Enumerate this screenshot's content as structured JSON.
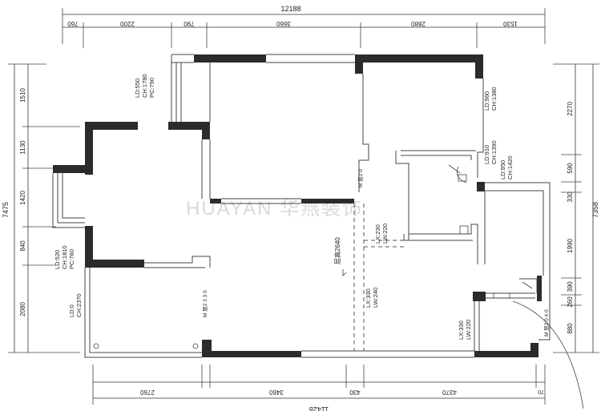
{
  "watermark": "HUAYAN 华燕装饰",
  "overall": {
    "top_width": "12188",
    "bottom_width": "11428",
    "left_height": "7475",
    "right_height": "7358"
  },
  "top_dims": [
    "760",
    "2200",
    "790",
    "3660",
    "2880",
    "1530"
  ],
  "bottom_dims": [
    "2760",
    "3460",
    "430",
    "4370",
    "70"
  ],
  "left_dims": [
    "1510",
    "1130",
    "1420",
    "840",
    "2080"
  ],
  "right_dims": [
    "2270",
    "590",
    "330",
    "1990",
    "390",
    "260",
    "880"
  ],
  "window_notes": [
    [
      "LD:550",
      "CH:1780",
      "PC:790"
    ],
    [
      "LD:960",
      "CH:1380"
    ],
    [
      "LD:910",
      "CH:1390"
    ],
    [
      "LD:950",
      "CH:1420"
    ],
    [
      "LD:520",
      "CH:1810",
      "PC:760"
    ],
    [
      "LD:0",
      "CH:2370"
    ]
  ],
  "door_notes": [
    [
      "LX:230",
      "LW:220"
    ],
    [
      "LX:330",
      "LW:240"
    ],
    [
      "LX:330",
      "LW:220"
    ]
  ],
  "beam_label": "层高2640",
  "ceiling_marks": [
    "M 层2 0",
    "M 层2 3 3 0",
    "M 层2 0 4 0"
  ]
}
